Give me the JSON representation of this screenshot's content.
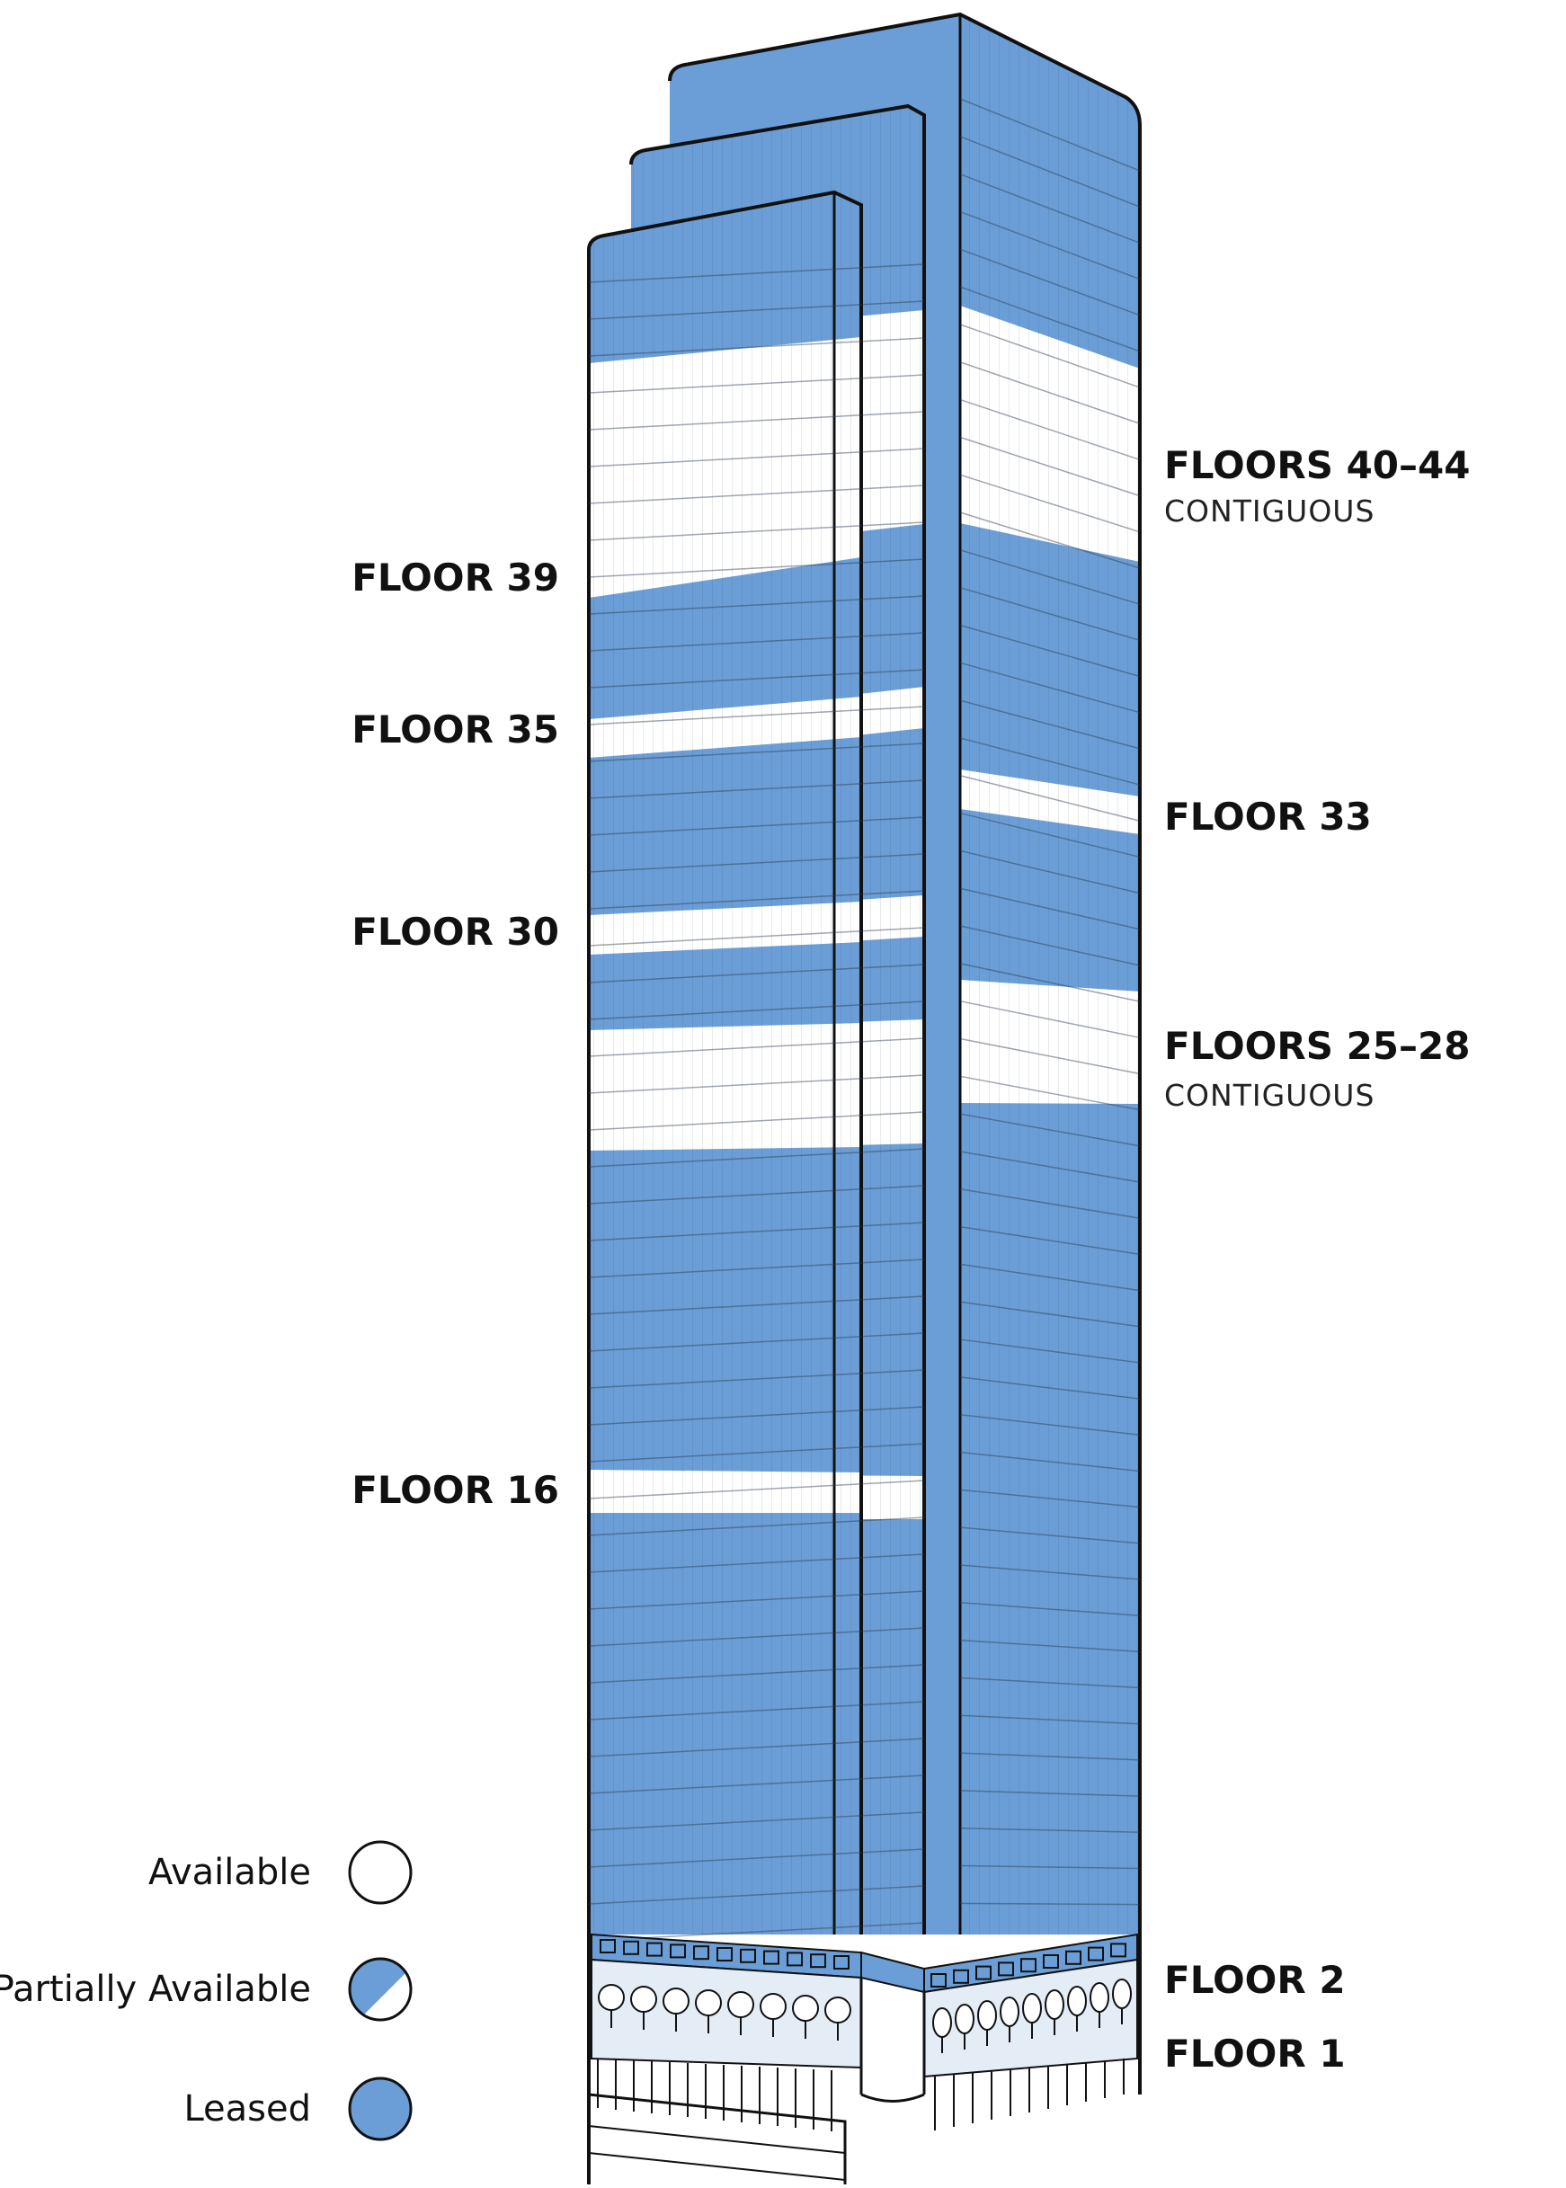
{
  "labels": {
    "floors_40_44": "FLOORS 40–44",
    "floors_40_44_sub": "CONTIGUOUS",
    "floor_39": "FLOOR 39",
    "floor_35": "FLOOR 35",
    "floor_33": "FLOOR 33",
    "floor_30": "FLOOR 30",
    "floors_25_28": "FLOORS 25–28",
    "floors_25_28_sub": "CONTIGUOUS",
    "floor_16": "FLOOR 16",
    "floor_2": "FLOOR 2",
    "floor_1": "FLOOR 1"
  },
  "legend": {
    "available": "Available",
    "partial": "Partially Available",
    "leased": "Leased"
  },
  "colors": {
    "leased": "#6b9ed6",
    "available": "#ffffff",
    "outline": "#111111"
  },
  "availability": {
    "available_floors": [
      16,
      25,
      26,
      27,
      28,
      30,
      33,
      35,
      39,
      40,
      41,
      42,
      43,
      44
    ],
    "partially_available_floors": [],
    "leased": "all other floors"
  }
}
